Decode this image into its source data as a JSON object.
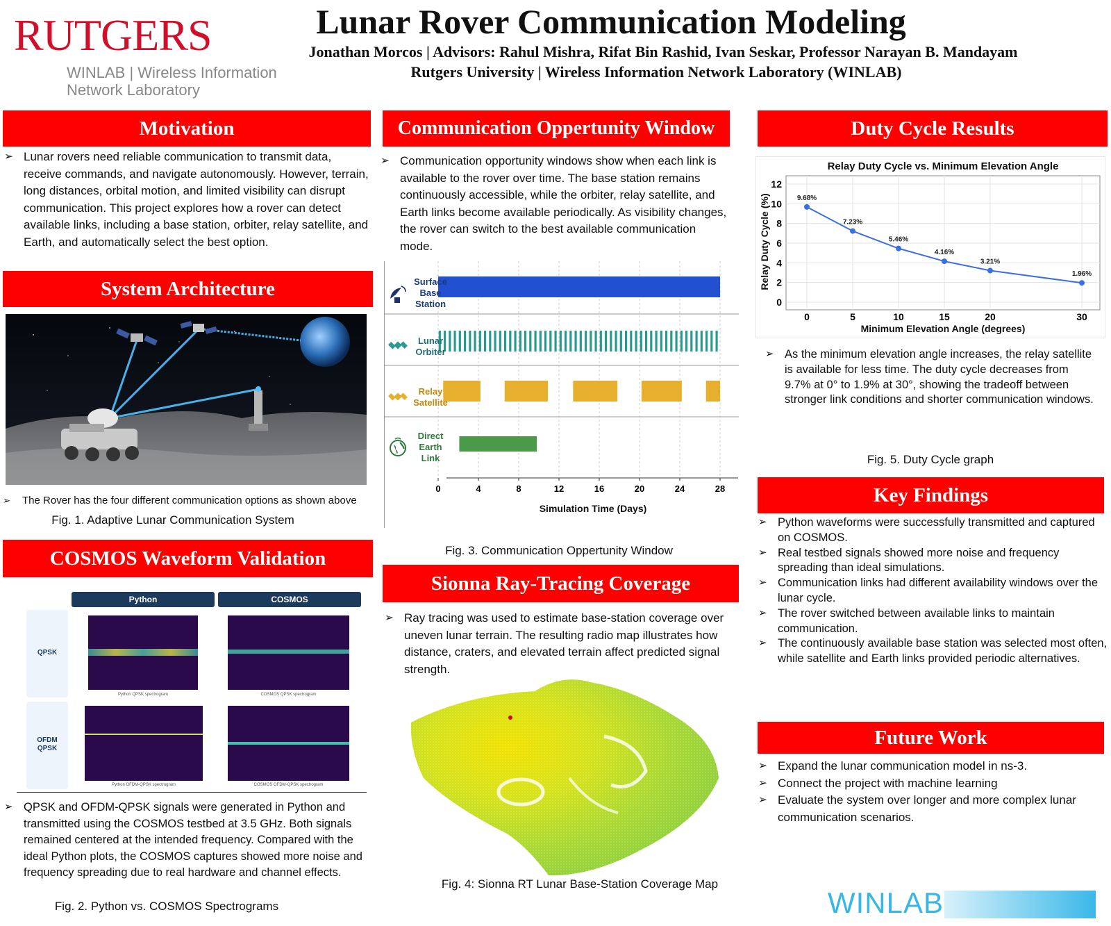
{
  "header": {
    "logo_text": "RUTGERS",
    "winlab_line1": "WINLAB | Wireless Information",
    "winlab_line2": "Network Laboratory",
    "title": "Lunar Rover Communication Modeling",
    "authors": "Jonathan Morcos | Advisors: Rahul Mishra, Rifat Bin Rashid, Ivan Seskar, Professor Narayan B. Mandayam",
    "affiliation": "Rutgers University | Wireless Information Network Laboratory (WINLAB)"
  },
  "motivation": {
    "heading": "Motivation",
    "text": "Lunar rovers need reliable communication to transmit data, receive commands, and navigate autonomously. However, terrain, long distances, orbital motion, and limited visibility can disrupt communication. This project explores how a rover can detect available links, including a base station, orbiter, relay satellite, and Earth, and automatically select the best option."
  },
  "architecture": {
    "heading": "System Architecture",
    "bullet": "The Rover has the four different communication options as shown above",
    "caption": "Fig. 1. Adaptive Lunar Communication System"
  },
  "cosmos": {
    "heading": "COSMOS Waveform Validation",
    "col_python": "Python",
    "col_cosmos": "COSMOS",
    "row_qpsk": "QPSK",
    "row_ofdm_1": "OFDM",
    "row_ofdm_2": "QPSK",
    "sub_py_qpsk": "Python QPSK spectrogram",
    "sub_co_qpsk": "COSMOS QPSK spectrogram",
    "sub_py_ofdm": "Python OFDM-QPSK spectrogram",
    "sub_co_ofdm": "COSMOS OFDM-QPSK spectrogram",
    "text": "QPSK and OFDM-QPSK signals were generated in Python and transmitted using the COSMOS testbed at 3.5 GHz. Both signals remained centered at the intended frequency. Compared with the ideal Python plots, the COSMOS captures showed more noise and frequency spreading due to real hardware and channel effects.",
    "caption": "Fig. 2. Python vs. COSMOS Spectrograms"
  },
  "window": {
    "heading": "Communication Oppertunity Window",
    "text": "Communication opportunity windows show when each link is available to the rover over time. The base station remains continuously accessible, while the orbiter, relay satellite, and Earth links become available periodically. As visibility changes, the rover can switch to the best available communication mode.",
    "caption": "Fig. 3. Communication Oppertunity Window"
  },
  "sionna": {
    "heading": "Sionna Ray-Tracing Coverage",
    "text": "Ray tracing was used to estimate base-station coverage over uneven lunar terrain. The resulting radio map illustrates how distance, craters, and elevated terrain affect predicted signal strength.",
    "caption": "Fig. 4: Sionna RT Lunar Base-Station Coverage Map"
  },
  "duty": {
    "heading": "Duty Cycle Results",
    "text": "As the minimum elevation angle increases, the relay satellite is available for less time. The duty cycle decreases from 9.7% at 0° to 1.9% at 30°, showing the tradeoff between stronger link conditions and shorter communication windows.",
    "caption": "Fig. 5. Duty Cycle graph"
  },
  "findings": {
    "heading": "Key Findings",
    "items": [
      "Python waveforms were successfully transmitted and captured on COSMOS.",
      "Real testbed signals showed more noise and frequency spreading than ideal simulations.",
      "Communication links had different availability windows over the lunar cycle.",
      "The rover switched between available links to maintain communication.",
      "The continuously available base station was selected most often, while satellite and Earth links provided periodic alternatives."
    ]
  },
  "future": {
    "heading": "Future Work",
    "items": [
      "Expand the lunar communication model in ns-3.",
      "Connect the project with machine learning",
      "Evaluate the system over longer and more complex lunar communication scenarios."
    ]
  },
  "footer": {
    "winlab": "WINLAB"
  },
  "colors": {
    "header_red": "#ff0000",
    "line_blue": "#3b6fe0",
    "base_blue": "#2350d0",
    "orbiter_teal": "#2a9a90",
    "relay_gold": "#e6b02e",
    "earth_green": "#4a9a4a"
  },
  "chart_data": [
    {
      "type": "line",
      "title": "Relay Duty Cycle vs. Minimum Elevation Angle",
      "xlabel": "Minimum Elevation Angle (degrees)",
      "ylabel": "Relay Duty Cycle (%)",
      "x": [
        0,
        5,
        10,
        15,
        20,
        30
      ],
      "values": [
        9.68,
        7.23,
        5.46,
        4.16,
        3.21,
        1.96
      ],
      "labels": [
        "9.68%",
        "7.23%",
        "5.46%",
        "4.16%",
        "3.21%",
        "1.96%"
      ],
      "x_ticks": [
        0,
        5,
        10,
        15,
        20,
        30
      ],
      "y_ticks": [
        0,
        2,
        4,
        6,
        8,
        10,
        12
      ],
      "ylim": [
        0,
        12
      ],
      "grid": true
    },
    {
      "type": "bar",
      "xlabel": "Simulation Time (Days)",
      "x_ticks": [
        0,
        4,
        8,
        12,
        16,
        20,
        24,
        28
      ],
      "xlim": [
        0,
        28
      ],
      "rows": [
        {
          "label_lines": [
            "Surface",
            "Base",
            "Station"
          ],
          "icon": "satellite-dish-icon",
          "color": "#2350d0",
          "intervals": [
            [
              0,
              28
            ]
          ]
        },
        {
          "label_lines": [
            "Lunar",
            "Orbiter"
          ],
          "icon": "satellite-icon",
          "color": "#2a9a90",
          "intervals": "periodic",
          "period_days": 0.5,
          "on_days": 0.22
        },
        {
          "label_lines": [
            "Relay",
            "Satellite"
          ],
          "icon": "satellite-icon",
          "color": "#e6b02e",
          "intervals": [
            [
              0.5,
              4.2
            ],
            [
              6.6,
              10.9
            ],
            [
              13.4,
              17.8
            ],
            [
              20.2,
              24.2
            ],
            [
              26.6,
              28
            ]
          ]
        },
        {
          "label_lines": [
            "Direct",
            "Earth",
            "Link"
          ],
          "icon": "earth-icon",
          "color": "#4a9a4a",
          "intervals": [
            [
              2.1,
              9.8
            ]
          ]
        }
      ]
    }
  ]
}
